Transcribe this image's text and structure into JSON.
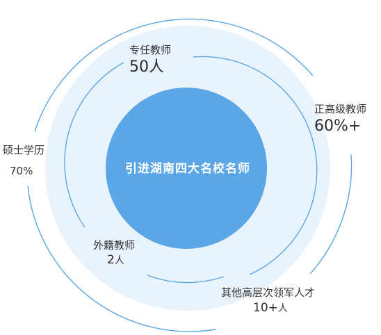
{
  "center": {
    "title": "引进湖南四大名校名师"
  },
  "labels": {
    "fulltime": {
      "caption": "专任教师",
      "value": "50人"
    },
    "senior": {
      "caption": "正高级教师",
      "value": "60%+"
    },
    "master": {
      "caption": "硕士学历",
      "value": "70%"
    },
    "foreign": {
      "caption": "外籍教师",
      "value": "2",
      "unit": "人"
    },
    "other": {
      "caption": "其他高层次领军人才",
      "value": "10+",
      "unit": "人"
    }
  },
  "colors": {
    "core": "#5aa6e6",
    "halo": "#e9f3fc",
    "ring": "#5aa6e6"
  }
}
